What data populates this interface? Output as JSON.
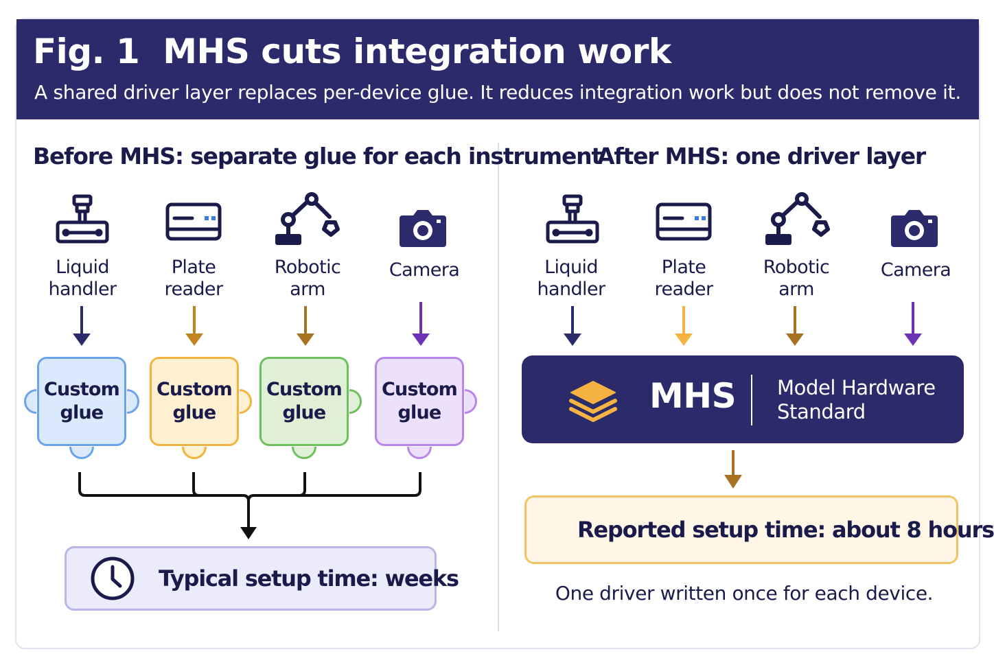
{
  "header": {
    "fig_number": "Fig. 1",
    "title": "MHS cuts integration work",
    "subtitle": "A shared driver layer replaces per-device glue. It reduces integration work but does not remove it."
  },
  "colors": {
    "navy": "#2b2a6b",
    "blue": "#3a7be0",
    "orange": "#f2a630",
    "green": "#5cb85c",
    "purple": "#a46ee6",
    "brown": "#a77322"
  },
  "before": {
    "title": "Before MHS: separate glue for each instrument",
    "devices": [
      {
        "label_line1": "Liquid",
        "label_line2": "handler",
        "icon": "liquid-handler-icon"
      },
      {
        "label_line1": "Plate",
        "label_line2": "reader",
        "icon": "plate-reader-icon"
      },
      {
        "label_line1": "Robotic",
        "label_line2": "arm",
        "icon": "robotic-arm-icon"
      },
      {
        "label_line1": "Camera",
        "label_line2": "",
        "icon": "camera-icon"
      }
    ],
    "glue": [
      {
        "line1": "Custom",
        "line2": "glue"
      },
      {
        "line1": "Custom",
        "line2": "glue"
      },
      {
        "line1": "Custom",
        "line2": "glue"
      },
      {
        "line1": "Custom",
        "line2": "glue"
      }
    ],
    "setup_time": "Typical setup time: weeks"
  },
  "after": {
    "title": "After MHS: one driver layer",
    "devices": [
      {
        "label_line1": "Liquid",
        "label_line2": "handler",
        "icon": "liquid-handler-icon"
      },
      {
        "label_line1": "Plate",
        "label_line2": "reader",
        "icon": "plate-reader-icon"
      },
      {
        "label_line1": "Robotic",
        "label_line2": "arm",
        "icon": "robotic-arm-icon"
      },
      {
        "label_line1": "Camera",
        "label_line2": "",
        "icon": "camera-icon"
      }
    ],
    "mhs_name": "MHS",
    "mhs_full_line1": "Model Hardware",
    "mhs_full_line2": "Standard",
    "setup_time": "Reported setup time: about 8 hours",
    "footnote": "One driver written once for each device."
  }
}
